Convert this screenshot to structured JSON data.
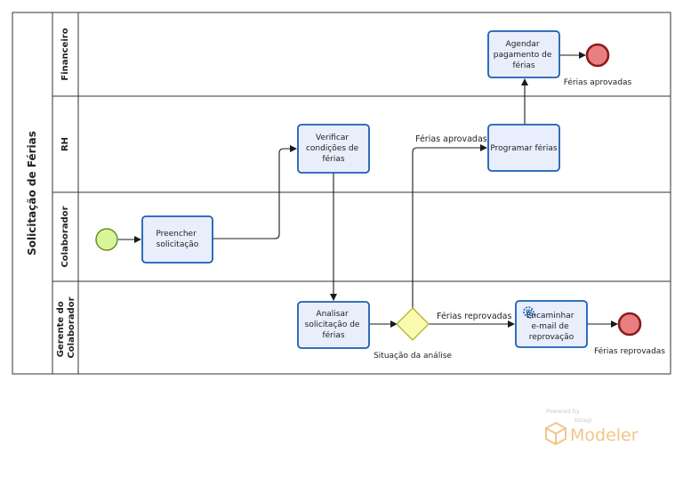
{
  "pool": {
    "title": "Solicitação de Férias"
  },
  "lanes": [
    {
      "id": "financeiro",
      "label": "Financeiro"
    },
    {
      "id": "rh",
      "label": "RH"
    },
    {
      "id": "colaborador",
      "label": "Colaborador"
    },
    {
      "id": "gerente",
      "label": [
        "Gerente do",
        "Colaborador"
      ]
    }
  ],
  "tasks": {
    "preencher": [
      "Preencher",
      "solicitação"
    ],
    "verificar": [
      "Verificar",
      "condições de",
      "férias"
    ],
    "analisar": [
      "Analisar",
      "solicitação de",
      "férias"
    ],
    "programar": [
      "Programar férias"
    ],
    "agendar": [
      "Agendar",
      "pagamento de",
      "férias"
    ],
    "encaminhar": [
      "Encaminhar",
      "e-mail de",
      "reprovação"
    ]
  },
  "gateway": {
    "label": "Situação da análise"
  },
  "flows": {
    "aprovadas": "Férias aprovadas",
    "reprovadas": "Férias reprovadas"
  },
  "end_events": {
    "aprovadas": "Férias aprovadas",
    "reprovadas": "Férias reprovadas"
  },
  "watermark": {
    "powered": "Powered by",
    "brand": "bizagi",
    "product": "Modeler"
  },
  "colors": {
    "task_fill": "#e8eefb",
    "task_stroke": "#1a5fb4",
    "start_fill": "#d9f59a",
    "start_stroke": "#6b8e23",
    "end_fill": "#e88080",
    "end_stroke": "#8b1a1a",
    "gateway_fill": "#fafab0",
    "gateway_stroke": "#b5b32c",
    "watermark": "#f2c58a"
  }
}
